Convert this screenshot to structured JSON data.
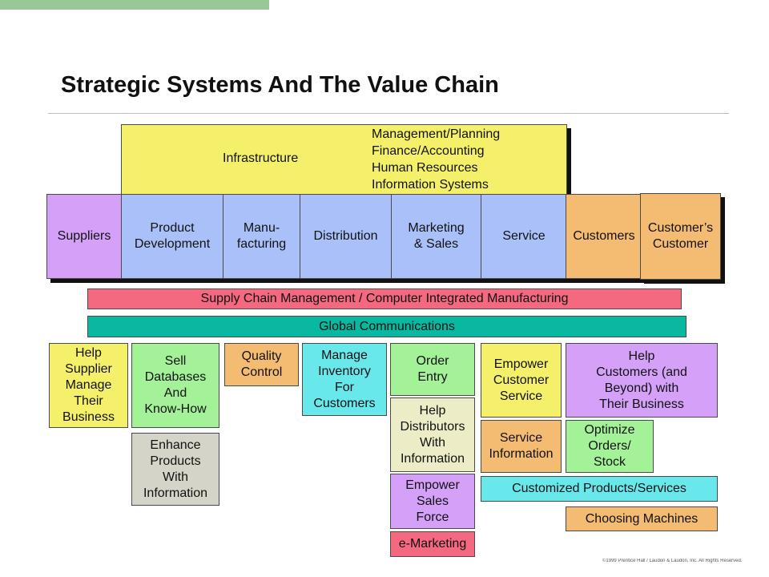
{
  "title": "Strategic Systems And The Value Chain",
  "infrastructure": {
    "label": "Infrastructure",
    "items": [
      "Management/Planning",
      "Finance/Accounting",
      "Human Resources",
      "Information Systems"
    ]
  },
  "chain": {
    "suppliers": "Suppliers",
    "product_development": "Product\nDevelopment",
    "manufacturing": "Manu-\nfacturing",
    "distribution": "Distribution",
    "marketing_sales": "Marketing\n& Sales",
    "service": "Service",
    "customers": "Customers",
    "customers_customer": "Customer’s\nCustomer"
  },
  "bars": {
    "supply_chain": "Supply Chain Management / Computer Integrated Manufacturing",
    "global": "Global Communications"
  },
  "systems": {
    "help_supplier": "Help\nSupplier\nManage\nTheir\nBusiness",
    "sell_databases": "Sell\nDatabases\nAnd\nKnow-How",
    "enhance_products": "Enhance\nProducts\nWith\nInformation",
    "quality_control": "Quality\nControl",
    "manage_inventory": "Manage\nInventory\nFor\nCustomers",
    "order_entry": "Order\nEntry",
    "help_distributors": "Help\nDistributors\nWith\nInformation",
    "empower_sales": "Empower\nSales\nForce",
    "e_marketing": "e-Marketing",
    "empower_service": "Empower\nCustomer\nService",
    "service_information": "Service\nInformation",
    "help_customers": "Help\nCustomers (and\nBeyond) with\nTheir Business",
    "optimize_orders": "Optimize\nOrders/\nStock",
    "customized_products": "Customized Products/Services",
    "choosing_machines": "Choosing Machines"
  },
  "colors": {
    "infrastructure": "#f4f06a",
    "primary_activities": "#aac0f8",
    "suppliers": "#d4a0f8",
    "customers": "#f4bc72",
    "supply_chain_bar": "#f46880",
    "global_bar": "#08b8a0",
    "accent_bar": "#98c898"
  },
  "copyright": "©1999 Prentice Hall / Laudon & Laudon, Inc. All Rights Reserved."
}
